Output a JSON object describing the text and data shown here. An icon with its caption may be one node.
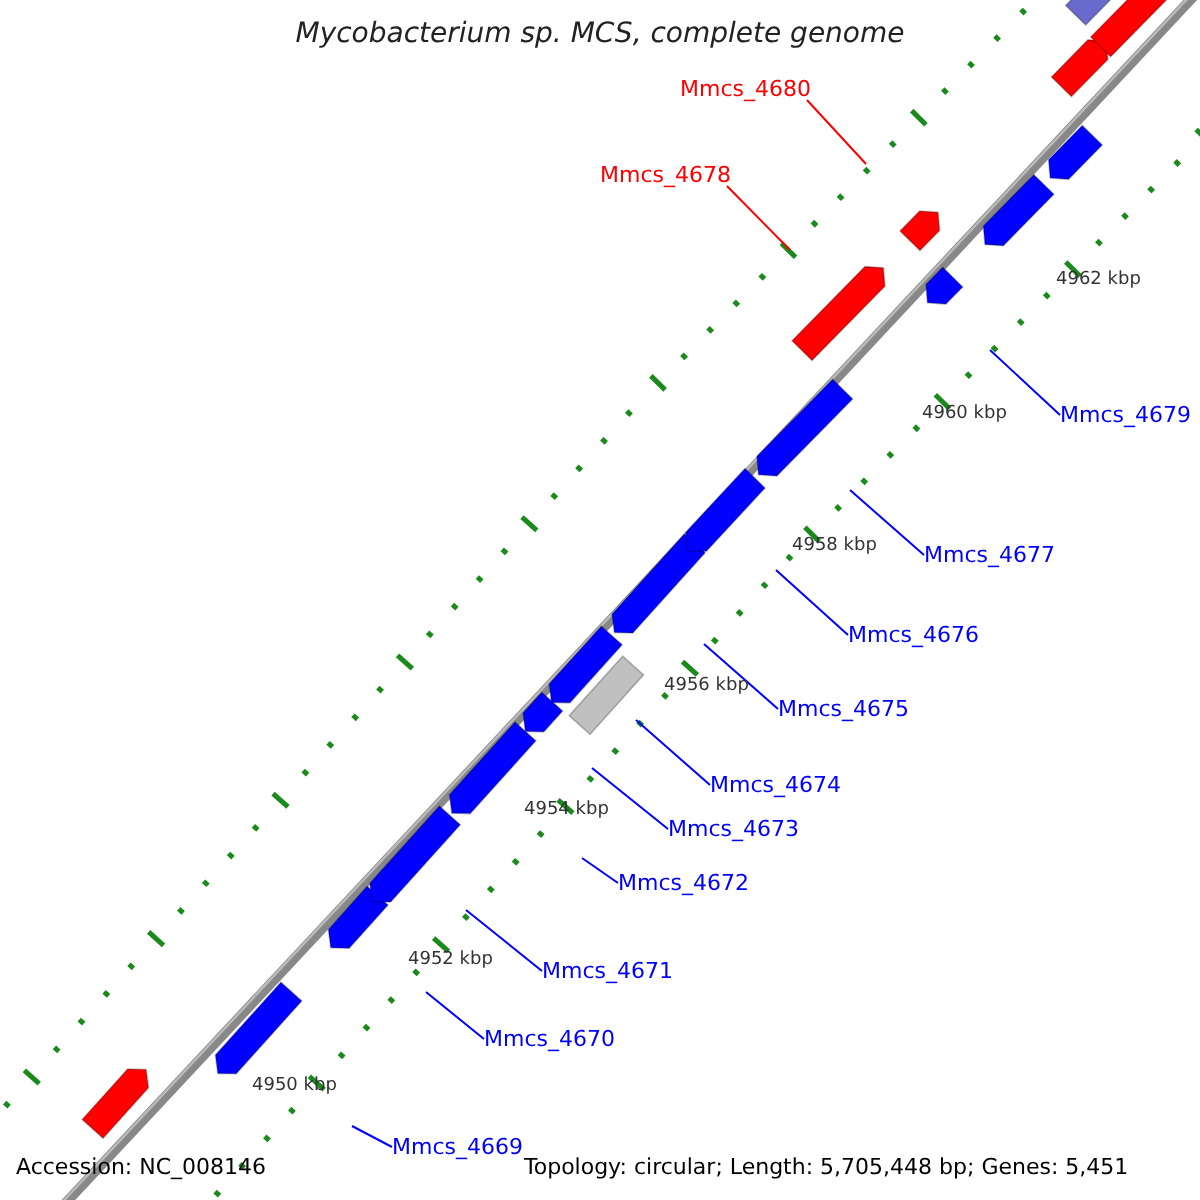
{
  "diagram": {
    "title": "Mycobacterium sp. MCS, complete genome",
    "nodes": [
      {
        "text": [
          "Mmcs_4680"
        ]
      },
      {
        "text": [
          "Mmcs_4678"
        ]
      },
      {
        "text": [
          "Mmcs_4679"
        ]
      },
      {
        "text": [
          "Mmcs_4677"
        ]
      },
      {
        "text": [
          "Mmcs_4676"
        ]
      },
      {
        "text": [
          "Mmcs_4675"
        ]
      },
      {
        "text": [
          "Mmcs_4674"
        ]
      },
      {
        "text": [
          "Mmcs_4673"
        ]
      },
      {
        "text": [
          "Mmcs_4672"
        ]
      },
      {
        "text": [
          "Mmcs_4671"
        ]
      },
      {
        "text": [
          "Mmcs_4670"
        ]
      },
      {
        "text": [
          "Mmcs_4669"
        ]
      }
    ],
    "edges": [
      {
        "from": 0,
        "to": null,
        "arrow": "none",
        "color": "#ff0000"
      },
      {
        "from": 1,
        "to": null,
        "arrow": "none",
        "color": "#ff0000"
      },
      {
        "from": 2,
        "to": null,
        "arrow": "none"
      },
      {
        "from": 3,
        "to": null,
        "arrow": "none"
      },
      {
        "from": 4,
        "to": null,
        "arrow": "none"
      },
      {
        "from": 5,
        "to": null,
        "arrow": "none"
      },
      {
        "from": 6,
        "to": null,
        "arrow": "none"
      },
      {
        "from": 7,
        "to": null,
        "arrow": "none"
      },
      {
        "from": 8,
        "to": null,
        "arrow": "none"
      },
      {
        "from": 9,
        "to": null,
        "arrow": "none"
      },
      {
        "from": 10,
        "to": null,
        "arrow": "none"
      },
      {
        "from": 11,
        "to": null,
        "arrow": "none"
      }
    ],
    "labels": [
      "4962 kbp",
      "4960 kbp",
      "4958 kbp",
      "4956 kbp",
      "4954 kbp",
      "4952 kbp",
      "4950 kbp",
      "Accession: NC_008146",
      "Topology: circular; Length: 5,705,448 bp; Genes: 5,451"
    ]
  }
}
